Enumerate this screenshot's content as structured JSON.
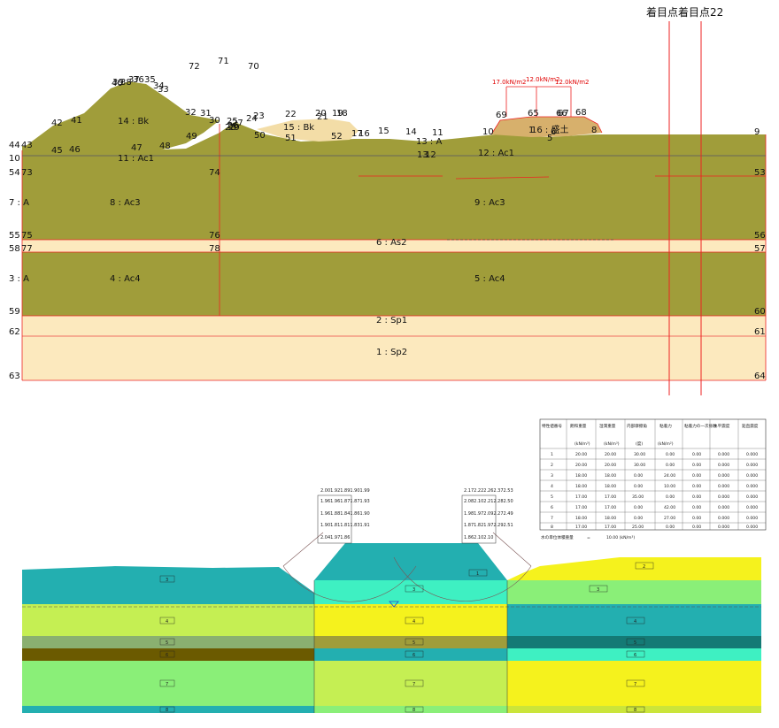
{
  "focus_labels": [
    "着目点",
    "着目点22"
  ],
  "top": {
    "point_numbers": [
      "1",
      "3",
      "5",
      "6",
      "7",
      "8",
      "9",
      "10",
      "11",
      "12",
      "13",
      "14",
      "15",
      "16",
      "17",
      "18",
      "19",
      "20",
      "21",
      "22",
      "23",
      "24",
      "25",
      "26",
      "27",
      "28",
      "29",
      "30",
      "31",
      "32",
      "33",
      "34",
      "35",
      "36",
      "37",
      "38",
      "39",
      "40",
      "41",
      "42",
      "43",
      "44",
      "45",
      "46",
      "47",
      "48",
      "49",
      "50",
      "51",
      "52",
      "53",
      "54",
      "55",
      "56",
      "57",
      "58",
      "59",
      "60",
      "61",
      "62",
      "63",
      "64",
      "65",
      "66",
      "67",
      "68",
      "69",
      "70",
      "71",
      "72",
      "73",
      "74",
      "75",
      "76",
      "77",
      "78"
    ],
    "layer_labels": [
      "1 : Sp2",
      "2 : Sp1",
      "3 : A",
      "4 : Ac4",
      "5 : Ac4",
      "6 : As2",
      "7 : A",
      "8 : Ac3",
      "9 : Ac3",
      "10",
      "11 : Ac1",
      "12 : Ac1",
      "13 : A",
      "14 : Bk",
      "15 : Bk",
      "16 : 盛土"
    ],
    "loads": [
      "17.0kN/m2",
      "12.0kN/m2",
      "12.0kN/m2"
    ]
  },
  "table": {
    "headers": [
      "特性値番号",
      "飽和重量",
      "湿潤重量",
      "内部摩擦角",
      "粘着力",
      "粘着力の一次係数",
      "水平震度",
      "鉛直震度"
    ],
    "units": [
      "",
      "(kN/m³)",
      "(kN/m³)",
      "(度)",
      "(kN/m²)",
      "",
      "",
      ""
    ],
    "rows": [
      [
        "1",
        "20.00",
        "20.00",
        "30.00",
        "0.00",
        "0.00",
        "0.000",
        "0.000"
      ],
      [
        "2",
        "20.00",
        "20.00",
        "30.00",
        "0.00",
        "0.00",
        "0.000",
        "0.000"
      ],
      [
        "3",
        "18.00",
        "18.00",
        "0.00",
        "24.00",
        "0.00",
        "0.000",
        "0.000"
      ],
      [
        "4",
        "18.00",
        "18.00",
        "0.00",
        "10.00",
        "0.00",
        "0.000",
        "0.000"
      ],
      [
        "5",
        "17.00",
        "17.00",
        "35.00",
        "0.00",
        "0.00",
        "0.000",
        "0.000"
      ],
      [
        "6",
        "17.00",
        "17.00",
        "0.00",
        "42.00",
        "0.00",
        "0.000",
        "0.000"
      ],
      [
        "7",
        "18.00",
        "18.00",
        "0.00",
        "27.00",
        "0.00",
        "0.000",
        "0.000"
      ],
      [
        "8",
        "17.00",
        "17.00",
        "25.00",
        "0.00",
        "0.00",
        "0.000",
        "0.000"
      ]
    ],
    "water_label": "水の単位体積重量",
    "water_eq": "=",
    "water_value": "10.00 (kN/m³)"
  },
  "grids": {
    "left": [
      "2.001.921.891.901.99",
      "1.961.961.871.871.93",
      "1.961.881.841.861.90",
      "1.901.811.811.831.91",
      "2.041.971.86"
    ],
    "right": [
      "2.172.222.262.372.53",
      "2.082.102.212.282.50",
      "1.981.972.092.272.49",
      "1.871.821.972.292.51",
      "1.862.102.10"
    ]
  },
  "materials": {
    "left": [
      "3",
      "4",
      "5",
      "6",
      "7",
      "8"
    ],
    "center": [
      "3",
      "4",
      "5",
      "6",
      "7",
      "8"
    ],
    "right": [
      "2",
      "3",
      "4",
      "5",
      "6",
      "7",
      "8"
    ],
    "crest": "1"
  },
  "colors": {
    "clay": "#a09d3a",
    "sand": "#fce9be",
    "fill": "#d7b06c",
    "embank": "#f3dda7",
    "teal": "#23afb0",
    "mint": "#3ef0c2",
    "lime": "#c5ef53",
    "yellow": "#f5f21d",
    "green": "#8aef78",
    "dark": "#6b5a00"
  }
}
